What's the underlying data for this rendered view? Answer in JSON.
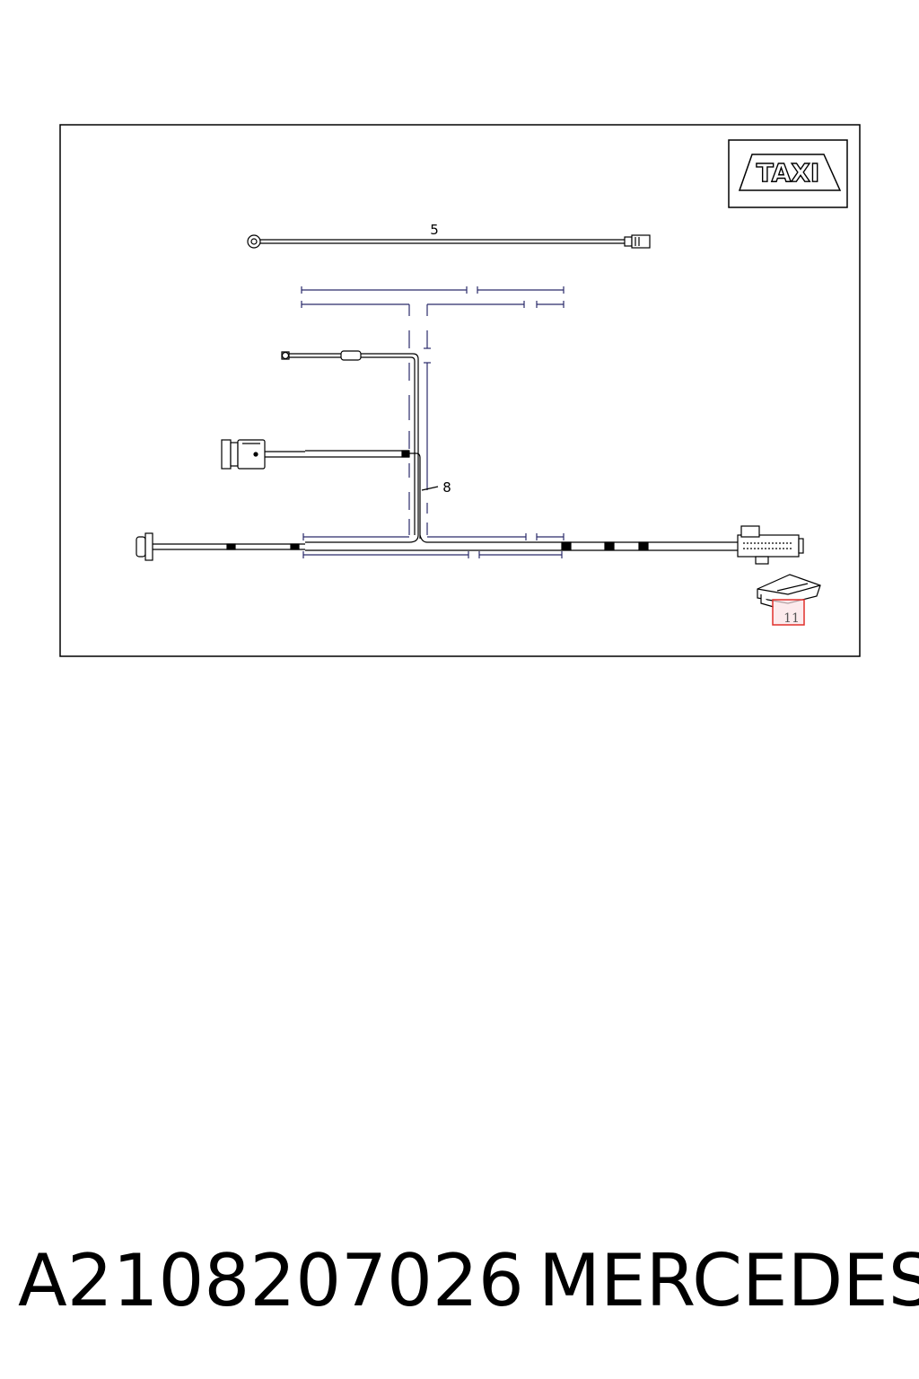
{
  "diagram": {
    "taxi_sign": "TAXI",
    "callouts": [
      {
        "id": "callout-5",
        "label": "5"
      },
      {
        "id": "callout-8",
        "label": "8"
      },
      {
        "id": "callout-11",
        "label": "11",
        "highlighted": true
      }
    ],
    "colors": {
      "frame": "#000000",
      "wire": "#000000",
      "sleeve": "#2a2a6a",
      "highlight_border": "#e0302c",
      "highlight_fill": "#fbe3e6"
    }
  },
  "caption": {
    "part_number": "A2108207026",
    "brand": "MERCEDES"
  }
}
